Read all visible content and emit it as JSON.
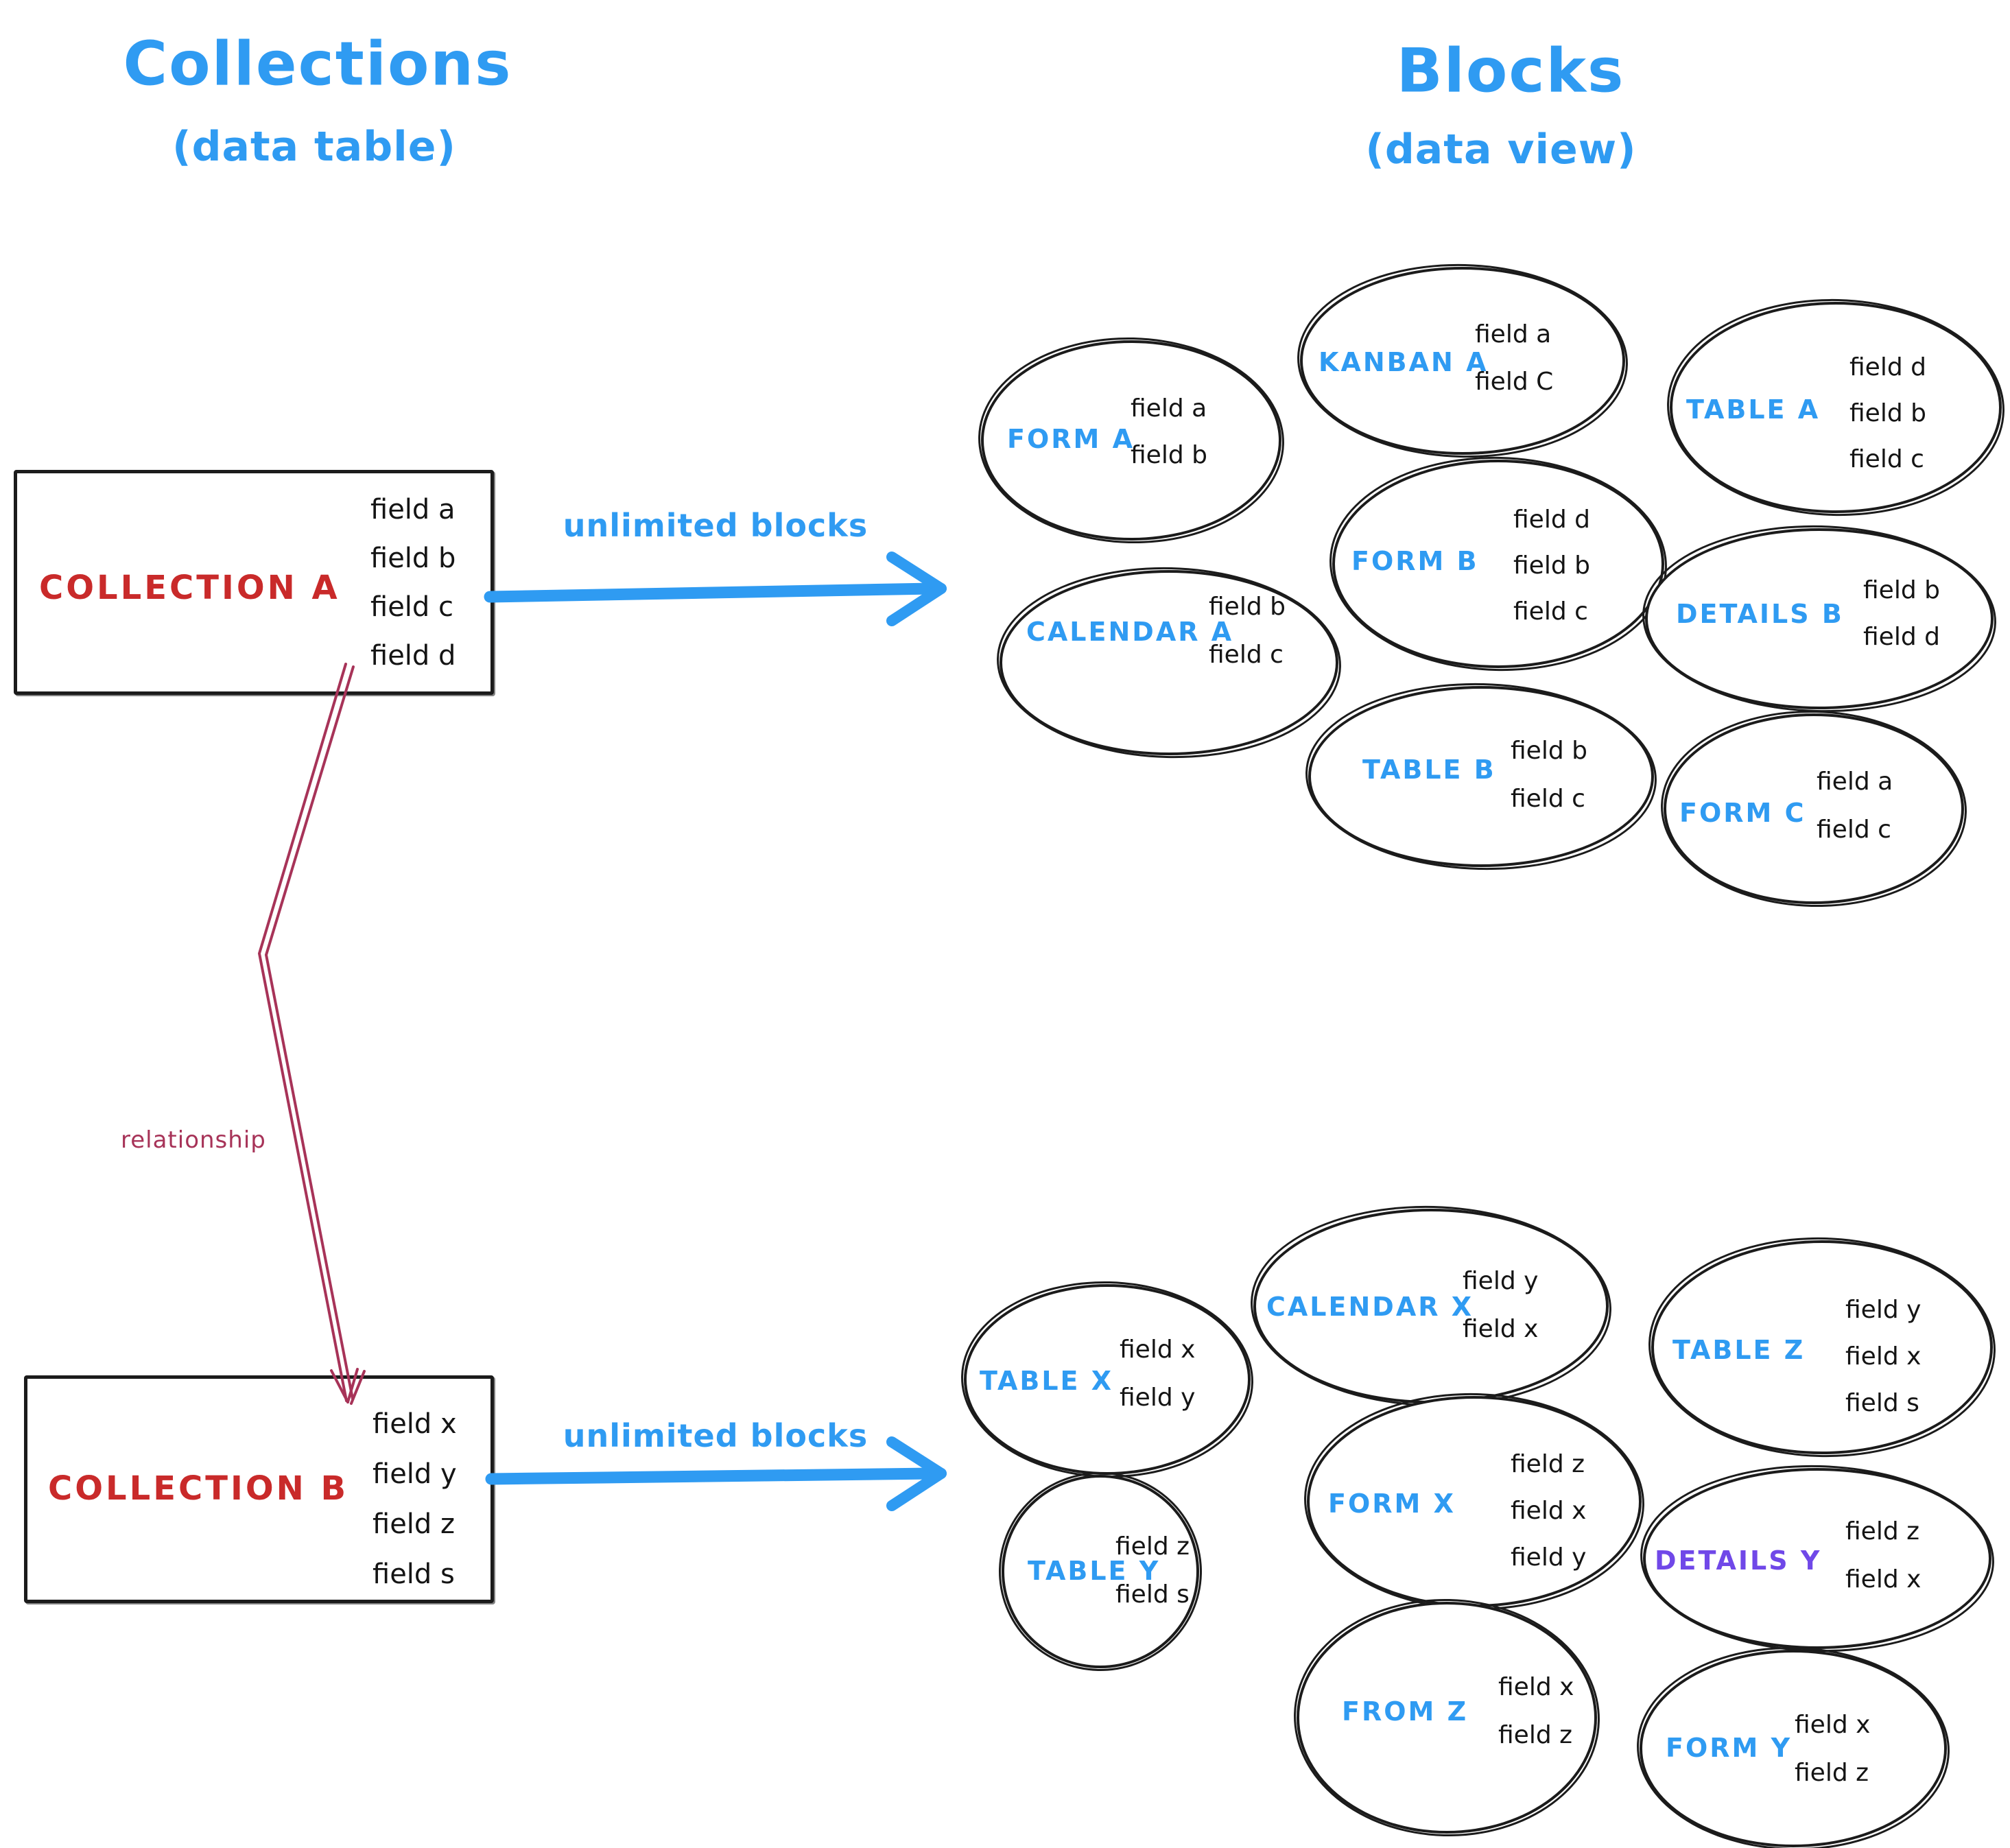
{
  "colors": {
    "blue": "#2f9bf2",
    "red": "#c92a2a",
    "crimson": "#a73358",
    "purple": "#7048e8",
    "ink": "#1b1b1b"
  },
  "headers": {
    "left": {
      "title": "Collections",
      "subtitle": "(data table)"
    },
    "right": {
      "title": "Blocks",
      "subtitle": "(data view)"
    }
  },
  "collections": [
    {
      "name": "COLLECTION A",
      "fields": [
        "field a",
        "field b",
        "field c",
        "field d"
      ]
    },
    {
      "name": "COLLECTION B",
      "fields": [
        "field x",
        "field y",
        "field z",
        "field s"
      ]
    }
  ],
  "arrows": {
    "top_label": "unlimited blocks",
    "bottom_label": "unlimited blocks",
    "relationship_label": "relationship"
  },
  "block_groups": [
    {
      "collection": "COLLECTION A",
      "blocks": [
        {
          "label": "FORM A",
          "label_color": "blue",
          "fields": [
            "field a",
            "field b"
          ]
        },
        {
          "label": "KANBAN A",
          "label_color": "blue",
          "fields": [
            "field a",
            "field C"
          ]
        },
        {
          "label": "TABLE A",
          "label_color": "blue",
          "fields": [
            "field d",
            "field b",
            "field c"
          ]
        },
        {
          "label": "CALENDAR A",
          "label_color": "blue",
          "fields": [
            "field b",
            "field c"
          ]
        },
        {
          "label": "FORM B",
          "label_color": "blue",
          "fields": [
            "field d",
            "field b",
            "field c"
          ]
        },
        {
          "label": "DETAILS B",
          "label_color": "blue",
          "fields": [
            "field b",
            "field d"
          ]
        },
        {
          "label": "TABLE B",
          "label_color": "blue",
          "fields": [
            "field b",
            "field c"
          ]
        },
        {
          "label": "FORM C",
          "label_color": "blue",
          "fields": [
            "field a",
            "field c"
          ]
        }
      ]
    },
    {
      "collection": "COLLECTION B",
      "blocks": [
        {
          "label": "TABLE X",
          "label_color": "blue",
          "fields": [
            "field x",
            "field y"
          ]
        },
        {
          "label": "CALENDAR X",
          "label_color": "blue",
          "fields": [
            "field y",
            "field x"
          ]
        },
        {
          "label": "TABLE Z",
          "label_color": "blue",
          "fields": [
            "field y",
            "field x",
            "field s"
          ]
        },
        {
          "label": "TABLE Y",
          "label_color": "blue",
          "fields": [
            "field z",
            "field s"
          ]
        },
        {
          "label": "FORM X",
          "label_color": "blue",
          "fields": [
            "field z",
            "field x",
            "field y"
          ]
        },
        {
          "label": "DETAILS Y",
          "label_color": "purple",
          "fields": [
            "field z",
            "field x"
          ]
        },
        {
          "label": "FROM Z",
          "label_color": "blue",
          "fields": [
            "field x",
            "field z"
          ]
        },
        {
          "label": "FORM Y",
          "label_color": "blue",
          "fields": [
            "field x",
            "field z"
          ]
        }
      ]
    }
  ]
}
